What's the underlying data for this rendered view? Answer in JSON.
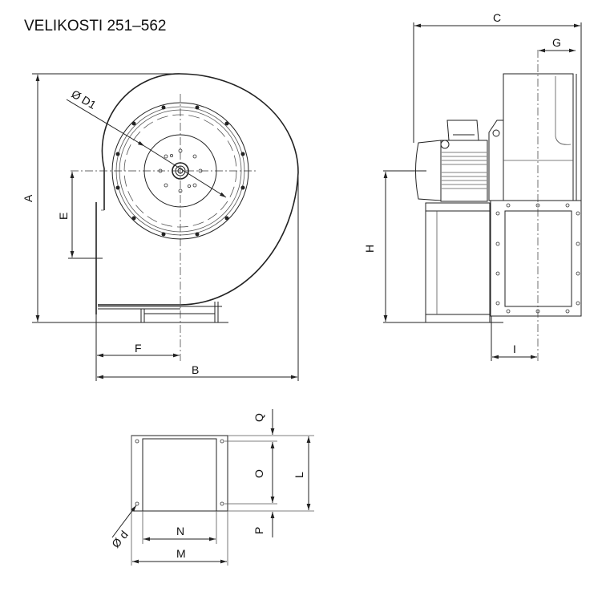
{
  "title": "VELIKOSTI 251–562",
  "labels": {
    "A": "A",
    "B": "B",
    "C": "C",
    "D1": "Ø D1",
    "E": "E",
    "F": "F",
    "G": "G",
    "H": "H",
    "I": "I",
    "L": "L",
    "M": "M",
    "N": "N",
    "O": "O",
    "P": "P",
    "Q": "Q",
    "d": "Ø d"
  }
}
